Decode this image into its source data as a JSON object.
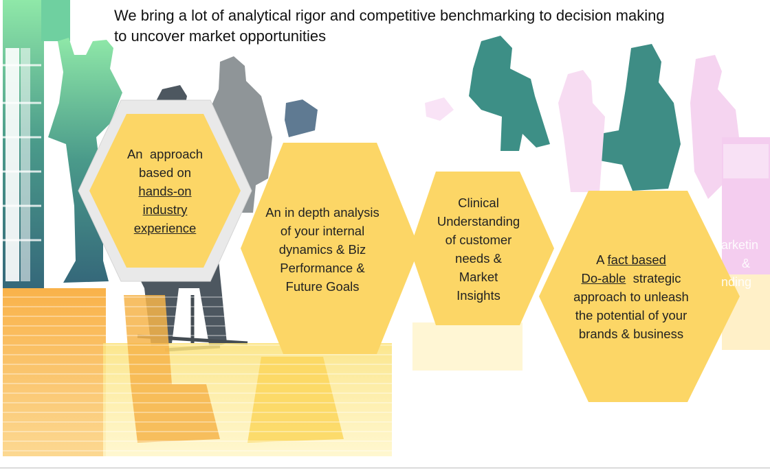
{
  "headline": {
    "line1": "We bring a lot of analytical rigor and competitive benchmarking to decision making",
    "line2": "to uncover market opportunities"
  },
  "hexagons": [
    {
      "lines": [
        "An  approach",
        "based on"
      ],
      "underlined": [
        "hands-on",
        "industry",
        "experience"
      ]
    },
    {
      "lines": [
        "An in depth analysis",
        "of your internal",
        "dynamics & Biz",
        "Performance &",
        "Future Goals"
      ]
    },
    {
      "lines": [
        "Clinical",
        "Understanding",
        "of customer",
        "needs &",
        "Market",
        "Insights"
      ]
    },
    {
      "first": "A ",
      "underlined_1": "fact based",
      "underlined_2": "Do-able",
      "after_2": "  strategic",
      "lines": [
        "approach to unleash",
        "the potential of your",
        "brands & business"
      ]
    }
  ],
  "background_text": {
    "line1": "arketin",
    "line2": "&",
    "line3": "nding"
  },
  "colors": {
    "hex_fill": "#fcd666",
    "hex_frame": "#e6e6e6",
    "teal": "#3e8f86",
    "orange": "#f7a83c",
    "gray": "#8e9496",
    "pink": "#f6d8f2"
  }
}
